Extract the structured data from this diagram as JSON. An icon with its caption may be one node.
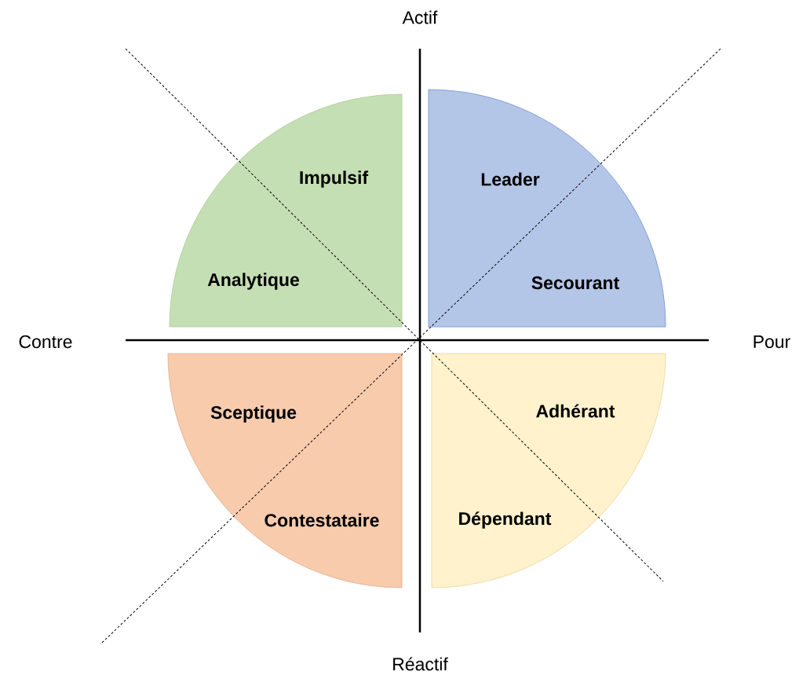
{
  "diagram": {
    "nodes": [
      {
        "text": [
          "Impulsif",
          "Analytique"
        ]
      },
      {
        "text": [
          "Leader",
          "Secourant"
        ]
      },
      {
        "text": [
          "Sceptique",
          "Contestataire"
        ]
      },
      {
        "text": [
          "Adhérant",
          "Dépendant"
        ]
      }
    ],
    "labels": [
      "Actif",
      "Contre",
      "Pour",
      "Réactif"
    ]
  }
}
